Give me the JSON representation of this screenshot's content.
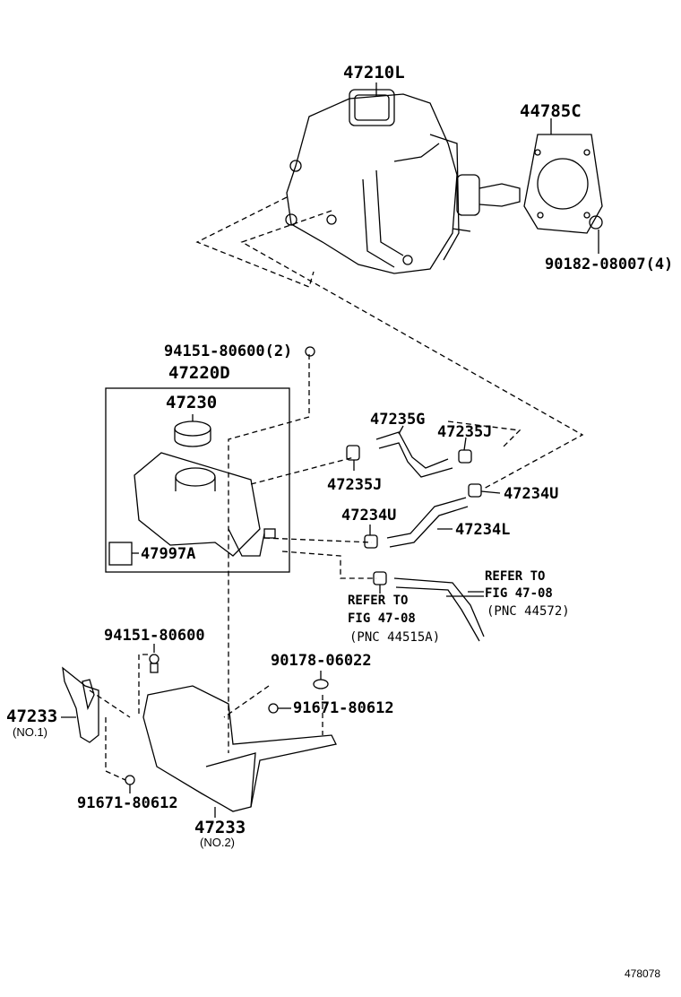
{
  "parts": {
    "booster": "47210L",
    "gasket": "44785C",
    "booster_nut": "90182-08007(4)",
    "reservoir_bolt_top": "94151-80600(2)",
    "reservoir_assy": "47220D",
    "cap": "47230",
    "label_plate": "47997A",
    "hose_g": "47235G",
    "clip_j_right": "47235J",
    "clip_j_left": "47235J",
    "clip_u_right": "47234U",
    "clip_u_left": "47234U",
    "hose_l": "47234L",
    "bracket_bolt": "94151-80600",
    "nut_90178": "90178-06022",
    "bolt_right": "91671-80612",
    "bolt_left": "91671-80612",
    "bracket_no1": "47233",
    "bracket_no1_sub": "(NO.1)",
    "bracket_no2": "47233",
    "bracket_no2_sub": "(NO.2)"
  },
  "refer_left": {
    "line1": "REFER TO",
    "line2": "FIG 47-08",
    "line3": "(PNC 44515A)"
  },
  "refer_right": {
    "line1": "REFER TO",
    "line2": "FIG 47-08",
    "line3": "(PNC 44572)"
  },
  "figure_number": "478078"
}
